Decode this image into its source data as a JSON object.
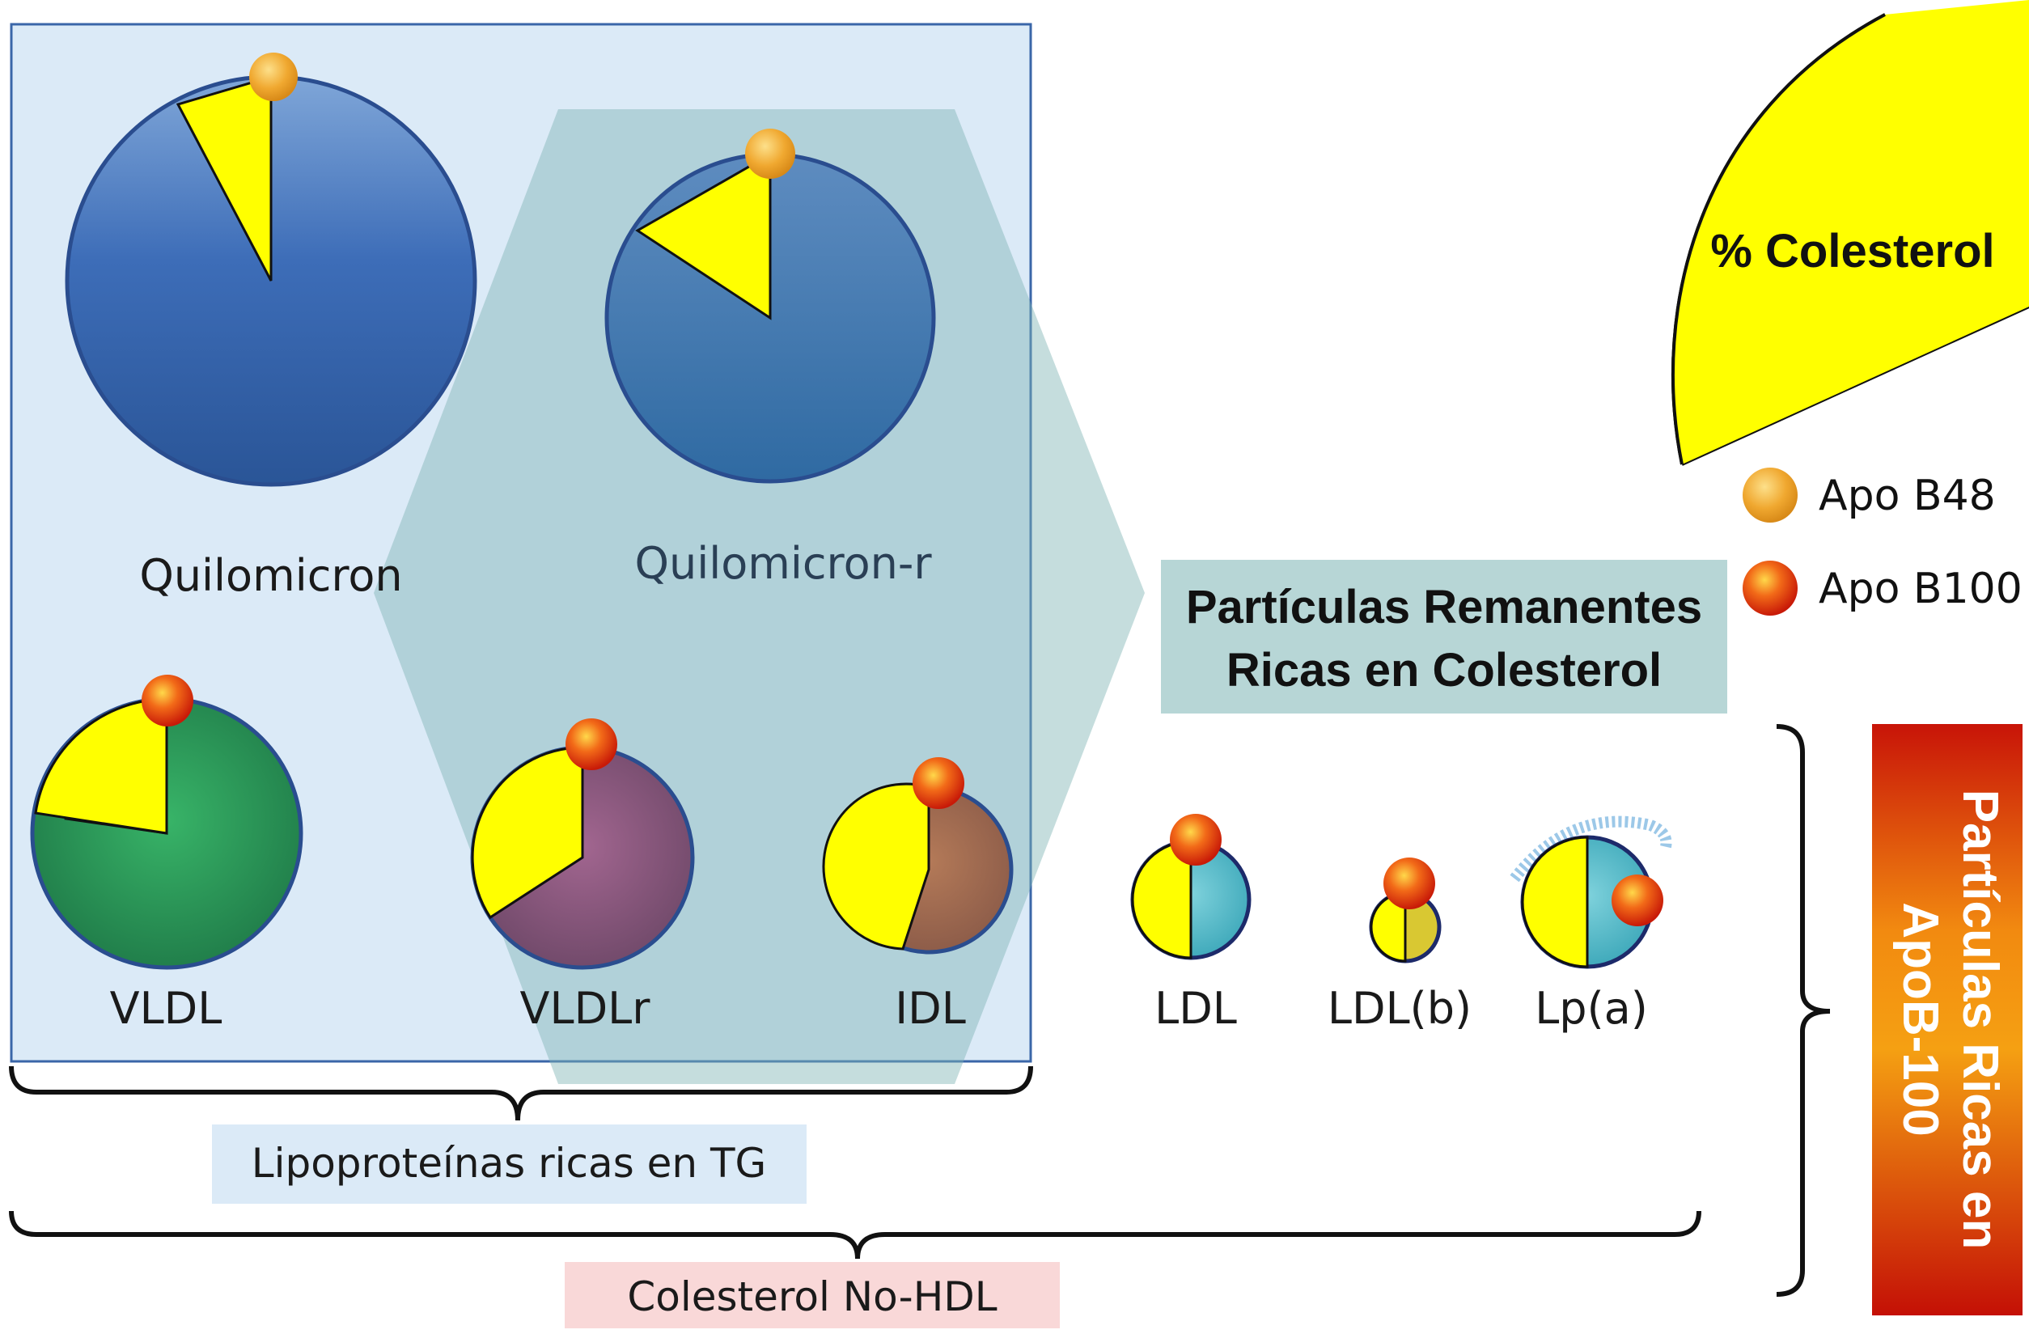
{
  "particles": {
    "quilomicron": "Quilomicron",
    "quilomicron_r": "Quilomicron-r",
    "vldl": "VLDL",
    "vldlr": "VLDLr",
    "idl": "IDL",
    "ldl": "LDL",
    "ldlb": "LDL(b)",
    "lpa": "Lp(a)"
  },
  "legend": {
    "colesterol": "% Colesterol",
    "apob48": "Apo B48",
    "apob100": "Apo B100"
  },
  "boxes": {
    "remanentes_line1": "Partículas  Remanentes",
    "remanentes_line2": "Ricas en Colesterol",
    "tg": "Lipoproteínas ricas en TG",
    "nohdl": "Colesterol No-HDL",
    "apob_line1": "Partículas Ricas en",
    "apob_line2": "ApoB-100"
  },
  "colors": {
    "cholesterol": "#ffff00",
    "apob48": "#f0a830",
    "apob100": "#e83010",
    "quilomicron": "#3e6fb8",
    "vldl": "#2f9a5a",
    "vldlr": "#8a5a80",
    "idl": "#a06a55",
    "ldl": "#4fb6c6"
  }
}
